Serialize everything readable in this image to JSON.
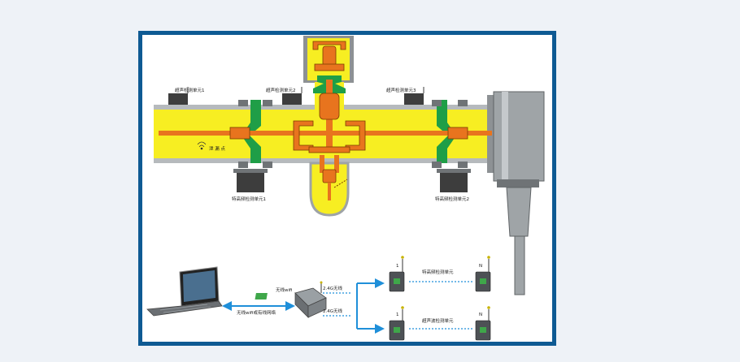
{
  "labels": {
    "ultrasonic_unit_1": "超声检测单元1",
    "ultrasonic_unit_2": "超声检测单元2",
    "ultrasonic_unit_3": "超声检测单元3",
    "leak_point": "泄 漏 点",
    "temp_unit_1": "特高频检测单元1",
    "temp_unit_2": "特高频检测单元2",
    "wireless_wifi": "无线wifi",
    "band_24_top": "2.4G无线",
    "band_24_bottom": "2.4G无线",
    "network_link": "无线wifi或有线网络",
    "sensor_top_label": "特高频检测单元",
    "sensor_bottom_label": "超声波检测单元",
    "node_1_top": "1",
    "node_n_top": "N",
    "node_1_bottom": "1",
    "node_n_bottom": "N"
  },
  "colors": {
    "frame": "#0e5a93",
    "pipe_fill": "#f7ee22",
    "pipe_wall": "#9ea3a6",
    "insulator": "#1f9e47",
    "conductor": "#e8741e",
    "arrow": "#1f8fd9"
  }
}
